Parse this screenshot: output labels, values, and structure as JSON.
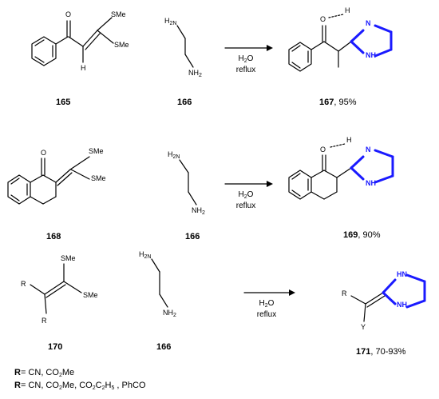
{
  "colors": {
    "ink": "#000000",
    "highlight": "#1a1aff"
  },
  "rows": [
    {
      "reactant_label": "165",
      "amine_label": "166",
      "product_label": "167",
      "product_yield": ", 95%",
      "conditions": {
        "line1_main": "H",
        "line1_sub": "2",
        "line1_end": "O",
        "line2": "reflux"
      }
    },
    {
      "reactant_label": "168",
      "amine_label": "166",
      "product_label": "169",
      "product_yield": ", 90%",
      "conditions": {
        "line1_main": "H",
        "line1_sub": "2",
        "line1_end": "O",
        "line2": "reflux"
      }
    },
    {
      "reactant_label": "170",
      "amine_label": "166",
      "product_label": "171",
      "product_yield": ", 70-93%",
      "conditions": {
        "line1_main": "H",
        "line1_sub": "2",
        "line1_end": "O",
        "line2": "reflux"
      }
    }
  ],
  "atoms": {
    "o": "O",
    "sme": "SMe",
    "h": "H",
    "h2n": "H",
    "n2": "2N",
    "nh2_n": "NH",
    "nh2_sub": "2",
    "n": "N",
    "nh": "NH",
    "hn": "HN",
    "r": "R",
    "y": "Y"
  },
  "notes": [
    {
      "bold": "R",
      "text_a": "= CN, CO",
      "sub_a": "2",
      "text_b": "Me"
    },
    {
      "bold": "R",
      "text_a": "= CN, CO",
      "sub_a": "2",
      "text_b": "Me,  CO",
      "sub_b": "2",
      "text_c": "C",
      "sub_c": "2",
      "text_d": "H",
      "sub_d": "5",
      "text_e": " , PhCO"
    }
  ]
}
